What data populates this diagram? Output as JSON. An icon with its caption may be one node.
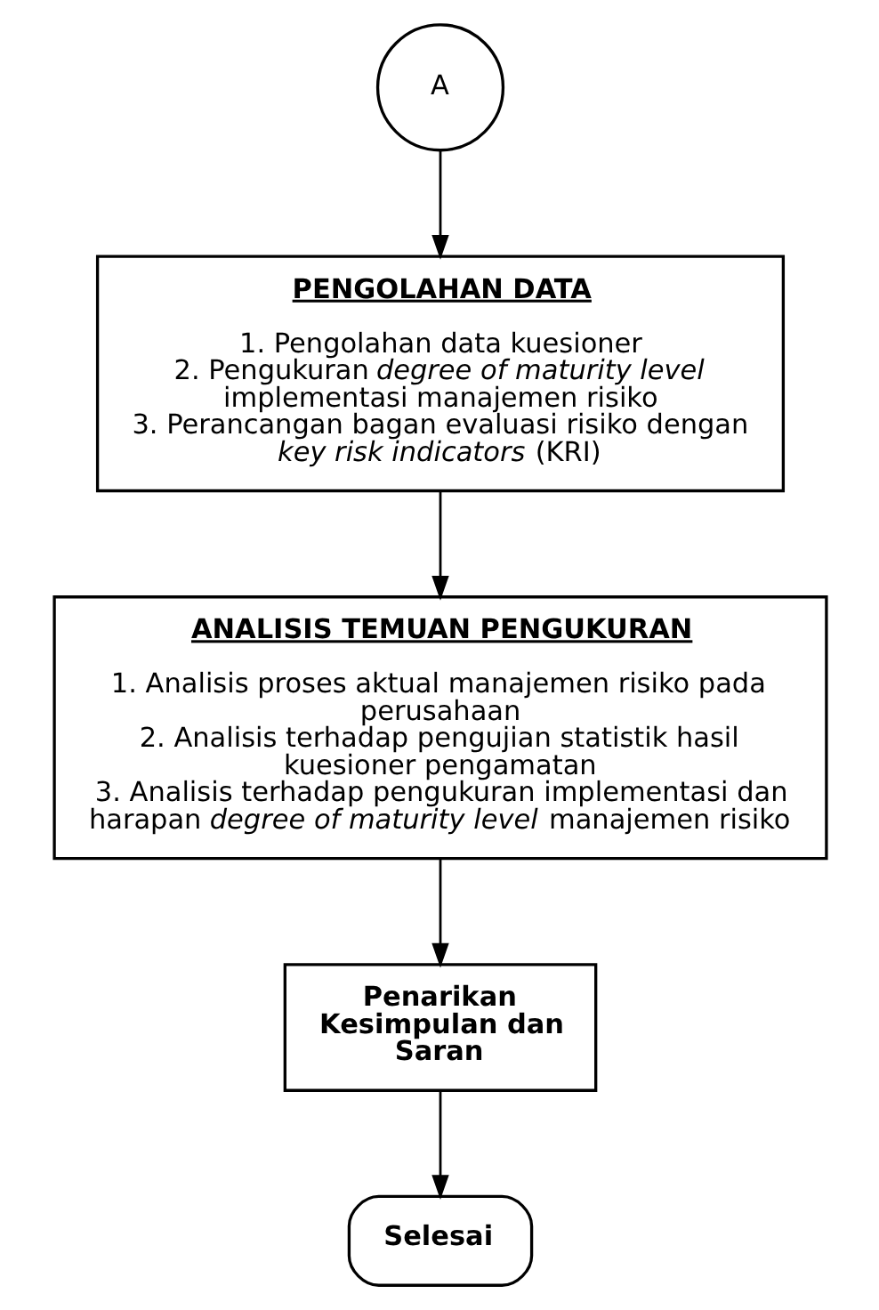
{
  "diagram": {
    "nodes": [
      {
        "text": [
          "A"
        ]
      },
      {
        "text": [
          "PENGOLAHAN DATA",
          "1. Pengolahan data kuesioner",
          "2. Pengukuran *degree of maturity level* implementasi manajemen risiko",
          "3. Perancangan bagan evaluasi risiko dengan *key risk indicators* (KRI)"
        ]
      },
      {
        "text": [
          "ANALISIS TEMUAN PENGUKURAN",
          "1. Analisis proses aktual manajemen risiko pada perusahaan",
          "2. Analisis terhadap pengujian statistik hasil kuesioner pengamatan",
          "3. Analisis terhadap pengukuran implementasi dan harapan *degree of maturity level* manajemen risiko"
        ]
      },
      {
        "text": [
          "Penarikan Kesimpulan dan Saran"
        ]
      },
      {
        "text": [
          "Selesai"
        ]
      }
    ],
    "edges": [
      {
        "from": 0,
        "to": 1,
        "arrow": "to"
      },
      {
        "from": 1,
        "to": 2,
        "arrow": "to"
      },
      {
        "from": 2,
        "to": 3,
        "arrow": "to"
      },
      {
        "from": 3,
        "to": 4,
        "arrow": "to"
      }
    ]
  }
}
